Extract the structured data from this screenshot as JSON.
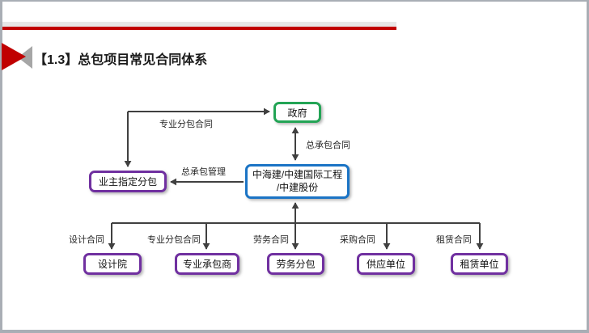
{
  "slide": {
    "title": "【1.3】总包项目常见合同体系"
  },
  "decor": {
    "bullet_icon": "red-gray-double-triangle",
    "accent_red": "#c00000",
    "band_gray": "#e7e7e7",
    "frame_gray": "#a9aeb5"
  },
  "diagram": {
    "colors": {
      "government_border": "#23a455",
      "general_contractor_border": "#1b74c5",
      "subcontract_border": "#7030a0",
      "connector": "#404040"
    },
    "nodes": {
      "government": {
        "label": "政府"
      },
      "owner_designated_sub": {
        "label": "业主指定分包"
      },
      "general_contractor": {
        "label_line1": "中海建/中建国际工程",
        "label_line2": "/中建股份"
      },
      "design_institute": {
        "label": "设计院"
      },
      "specialty_contractor": {
        "label": "专业承包商"
      },
      "labor_subcontractor": {
        "label": "劳务分包"
      },
      "supplier": {
        "label": "供应单位"
      },
      "leasing_unit": {
        "label": "租赁单位"
      }
    },
    "edge_labels": {
      "specialty_subcontract_top": "专业分包合同",
      "general_contract": "总承包合同",
      "general_contract_mgmt": "总承包管理",
      "design_contract": "设计合同",
      "specialty_subcontract_bottom": "专业分包合同",
      "labor_contract": "劳务合同",
      "procurement_contract": "采购合同",
      "leasing_contract": "租赁合同"
    }
  }
}
